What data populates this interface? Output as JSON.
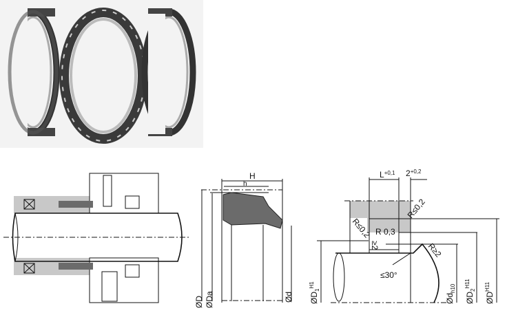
{
  "seal_profile": {
    "labels": {
      "H": "H",
      "h": "h",
      "D": "ØD",
      "Da": "ØDa",
      "d": "Ød"
    }
  },
  "groove": {
    "labels": {
      "L": "L",
      "L_tol": "+0,1",
      "two": "2",
      "two_tol": "+0,2",
      "r_left": "R≤0,2",
      "r_right": "R≤0,2",
      "r_mid": "R 0,3",
      "gap": "≥2",
      "angle": "≤30°",
      "r_chamfer": "R≥2",
      "D1": "ØD",
      "D1_sub": "1",
      "D1_tol": "H1",
      "d": "Ød",
      "d_tol": "h10",
      "D2": "ØD",
      "D2_sub": "2",
      "D2_tol": "H11",
      "D": "ØD",
      "D_tol": "H11"
    }
  },
  "colors": {
    "seal": "#6b6b6b",
    "housing": "#c8c8c8",
    "photo_bg": "#f3f3f3"
  }
}
